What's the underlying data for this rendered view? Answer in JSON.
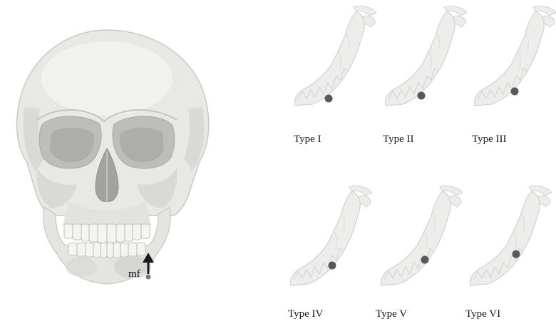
{
  "skull": {
    "label": "mf",
    "bone_color": "#e6e6e3",
    "shadow_color": "#bdbdb9",
    "marker_color": "#555555"
  },
  "mandible_types": [
    {
      "label": "Type I",
      "foramen": "below first premolar"
    },
    {
      "label": "Type II",
      "foramen": "between first and second premolar"
    },
    {
      "label": "Type III",
      "foramen": "below second premolar"
    },
    {
      "label": "Type IV",
      "foramen": "between second premolar and first molar"
    },
    {
      "label": "Type V",
      "foramen": "below first molar"
    },
    {
      "label": "Type VI",
      "foramen": "behind first molar"
    }
  ],
  "colors": {
    "mandible_fill": "#ededeb",
    "mandible_stroke": "#d2d2cf",
    "foramen": "#595959"
  }
}
